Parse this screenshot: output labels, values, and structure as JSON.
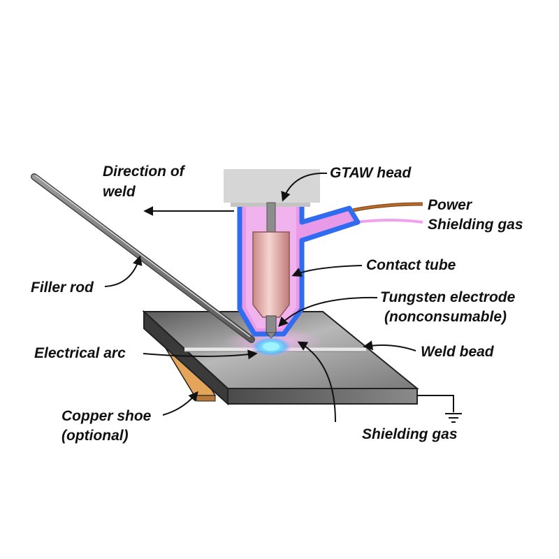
{
  "labels": {
    "direction_line1": "Direction of",
    "direction_line2": "weld",
    "gtaw_head": "GTAW head",
    "power": "Power",
    "shielding_gas_supply": "Shielding gas",
    "contact_tube": "Contact tube",
    "filler_rod": "Filler rod",
    "tungsten_line1": "Tungsten electrode",
    "tungsten_line2": "(nonconsumable)",
    "electrical_arc": "Electrical arc",
    "weld_bead": "Weld bead",
    "copper_shoe_line1": "Copper shoe",
    "copper_shoe_line2": "(optional)",
    "shielding_gas": "Shielding gas"
  },
  "colors": {
    "nozzle_outline": "#2f6cf0",
    "nozzle_fill": "#e89ae8",
    "power_cable": "#b86a28",
    "gas_hose": "#f0a0ec",
    "contact_tube": "#e8a8a4",
    "copper_shoe": "#e4a45a",
    "plate": "#8a8a8a",
    "arc_glow": "#40d8ff",
    "head_block": "#d4d4d4"
  }
}
